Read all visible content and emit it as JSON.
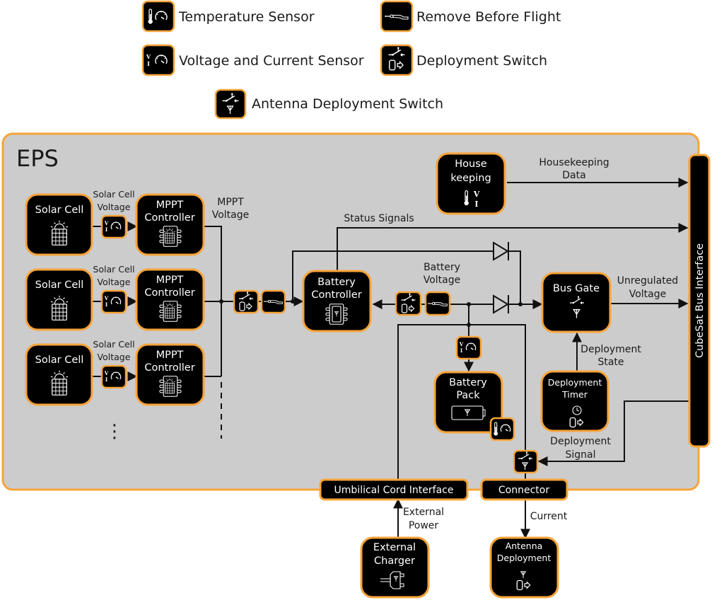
{
  "colors": {
    "accent": "#f7a43a",
    "panel": "#cccccc",
    "block": "#000000",
    "wire": "#111111"
  },
  "legend": [
    {
      "icon": "thermometer-gauge-icon",
      "label": "Temperature Sensor"
    },
    {
      "icon": "remove-before-flight-icon",
      "label": "Remove Before Flight"
    },
    {
      "icon": "voltage-current-gauge-icon",
      "label": "Voltage and Current Sensor"
    },
    {
      "icon": "deployment-switch-icon",
      "label": "Deployment Switch"
    },
    {
      "icon": "antenna-switch-icon",
      "label": "Antenna Deployment Switch"
    }
  ],
  "eps": {
    "title": "EPS"
  },
  "blocks": {
    "solar_cell": [
      "Solar Cell",
      "Solar Cell",
      "Solar Cell"
    ],
    "mppt": [
      [
        "MPPT",
        "Controller"
      ],
      [
        "MPPT",
        "Controller"
      ],
      [
        "MPPT",
        "Controller"
      ]
    ],
    "housekeeping": [
      "House",
      "keeping"
    ],
    "battery_controller": [
      "Battery",
      "Controller"
    ],
    "bus_gate": "Bus Gate",
    "battery_pack": [
      "Battery",
      "Pack"
    ],
    "deployment_timer": [
      "Deployment",
      "Timer"
    ],
    "bus_interface": "CubeSat Bus Interface",
    "umbilical": "Umbilical Cord Interface",
    "connector": "Connector",
    "external_charger": [
      "External",
      "Charger"
    ],
    "antenna_deployment": [
      "Antenna",
      "Deployment"
    ]
  },
  "signals": {
    "solar_cell_voltage": [
      "Solar Cell",
      "Voltage"
    ],
    "mppt_voltage": [
      "MPPT",
      "Voltage"
    ],
    "status_signals": "Status Signals",
    "housekeeping_data": [
      "Housekeeping",
      "Data"
    ],
    "battery_voltage": [
      "Battery",
      "Voltage"
    ],
    "unregulated_voltage": [
      "Unregulated",
      "Voltage"
    ],
    "deployment_state": [
      "Deployment",
      "State"
    ],
    "deployment_signal": [
      "Deployment",
      "Signal"
    ],
    "external_power": [
      "External",
      "Power"
    ],
    "current": "Current"
  },
  "housekeeping_icon_text": {
    "v": "V",
    "i": "I"
  },
  "ellipsis": "⋮"
}
